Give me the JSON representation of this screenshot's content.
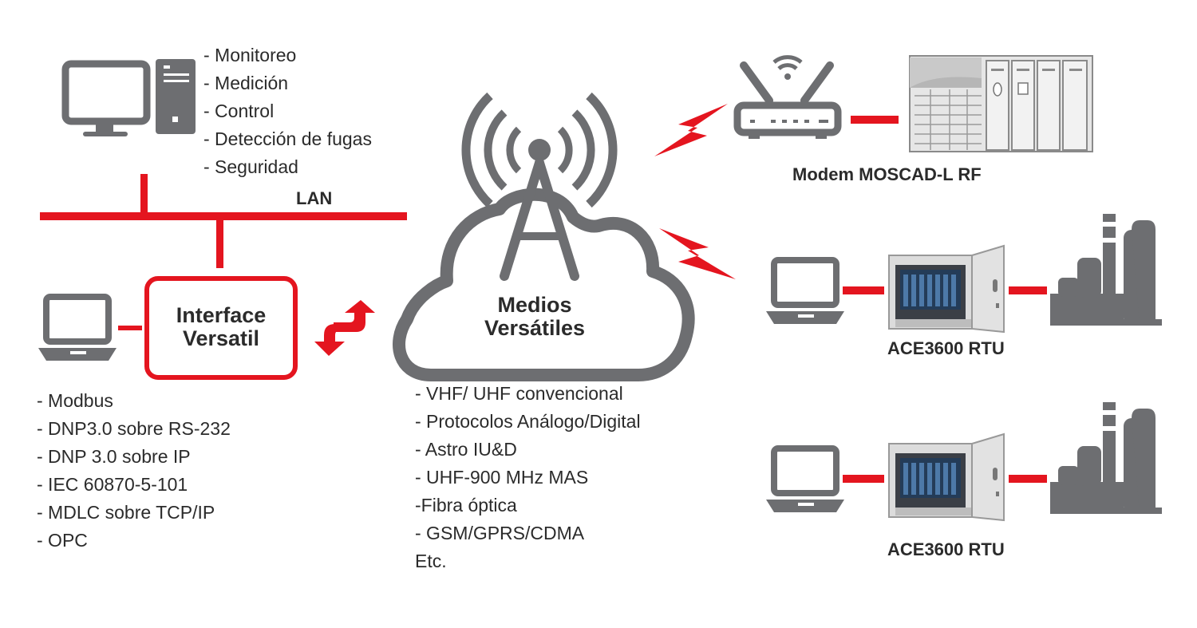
{
  "colors": {
    "accent": "#e4151f",
    "icon_gray": "#6d6e71",
    "text": "#2b2b2b"
  },
  "lan_label": "LAN",
  "workstation_functions": [
    "- Monitoreo",
    "- Medición",
    "- Control",
    "- Detección de fugas",
    "- Seguridad"
  ],
  "interface_box": {
    "line1": "Interface",
    "line2": "Versatil"
  },
  "protocols": [
    "- Modbus",
    "- DNP3.0 sobre RS-232",
    "- DNP 3.0 sobre IP",
    "- IEC 60870-5-101",
    "- MDLC sobre TCP/IP",
    "- OPC"
  ],
  "cloud": {
    "line1": "Medios",
    "line2": "Versátiles"
  },
  "media": [
    "- VHF/ UHF convencional",
    "- Protocolos Análogo/Digital",
    "- Astro IU&D",
    "- UHF-900 MHz MAS",
    "-Fibra óptica",
    "- GSM/GPRS/CDMA",
    "Etc."
  ],
  "modem_label": "Modem MOSCAD-L RF",
  "rtu_labels": [
    "ACE3600 RTU",
    "ACE3600 RTU"
  ],
  "icons": [
    "desktop-computer-icon",
    "laptop-icon",
    "radio-tower-icon",
    "cloud-icon",
    "router-icon",
    "rack-chassis-icon",
    "rtu-cabinet-icon",
    "industrial-plant-icon",
    "lightning-bolt-icon",
    "bidirectional-arrows-icon"
  ]
}
